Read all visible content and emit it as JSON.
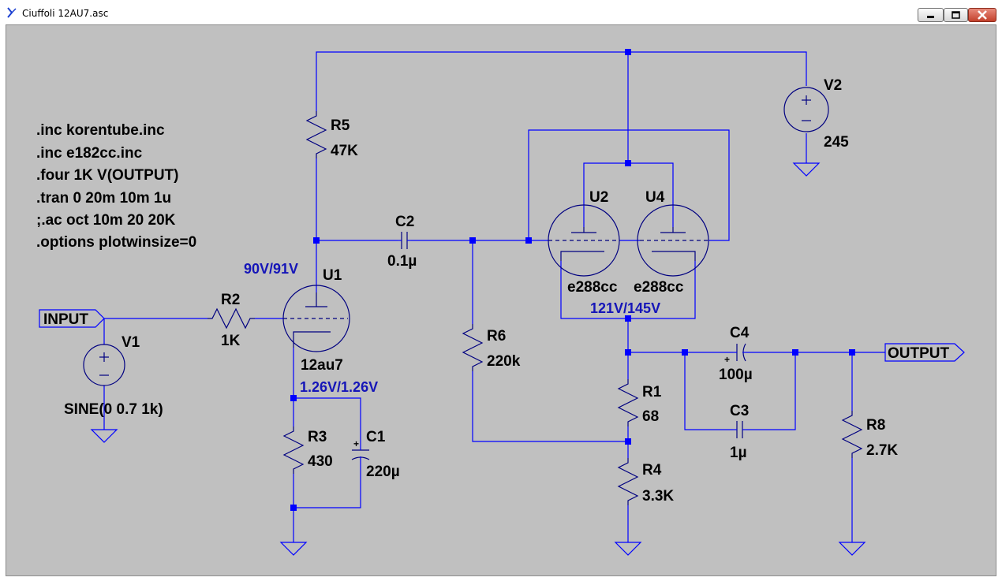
{
  "window": {
    "title": "Ciuffoli 12AU7.asc",
    "buttons": {
      "minimize": "minimize",
      "maximize": "maximize",
      "close": "close"
    }
  },
  "directives": [
    ".inc korentube.inc",
    ".inc e182cc.inc",
    ".four 1K V(OUTPUT)",
    ".tran 0 20m 10m 1u",
    ";.ac oct 10m 20 20K",
    ".options plotwinsize=0"
  ],
  "ports": {
    "input": "INPUT",
    "output": "OUTPUT"
  },
  "components": {
    "V1": {
      "name": "V1",
      "value": "SINE(0 0.7 1k)"
    },
    "V2": {
      "name": "V2",
      "value": "245"
    },
    "R2": {
      "name": "R2",
      "value": "1K"
    },
    "R5": {
      "name": "R5",
      "value": "47K"
    },
    "R6": {
      "name": "R6",
      "value": "220k"
    },
    "R3": {
      "name": "R3",
      "value": "430"
    },
    "R1": {
      "name": "R1",
      "value": "68"
    },
    "R4": {
      "name": "R4",
      "value": "3.3K"
    },
    "R8": {
      "name": "R8",
      "value": "2.7K"
    },
    "C1": {
      "name": "C1",
      "value": "220µ"
    },
    "C2": {
      "name": "C2",
      "value": "0.1µ"
    },
    "C3": {
      "name": "C3",
      "value": "1µ"
    },
    "C4": {
      "name": "C4",
      "value": "100µ"
    },
    "U1": {
      "name": "U1",
      "value": "12au7"
    },
    "U2": {
      "name": "U2",
      "value": "e288cc"
    },
    "U4": {
      "name": "U4",
      "value": "e288cc"
    }
  },
  "node_voltages": {
    "u1_plate": "90V/91V",
    "u1_cathode": "1.26V/1.26V",
    "u2_cathode": "121V/145V"
  },
  "colors": {
    "wire": "#0000ff",
    "canvas": "#c0c0c0",
    "voltage_label": "#1515b8"
  }
}
